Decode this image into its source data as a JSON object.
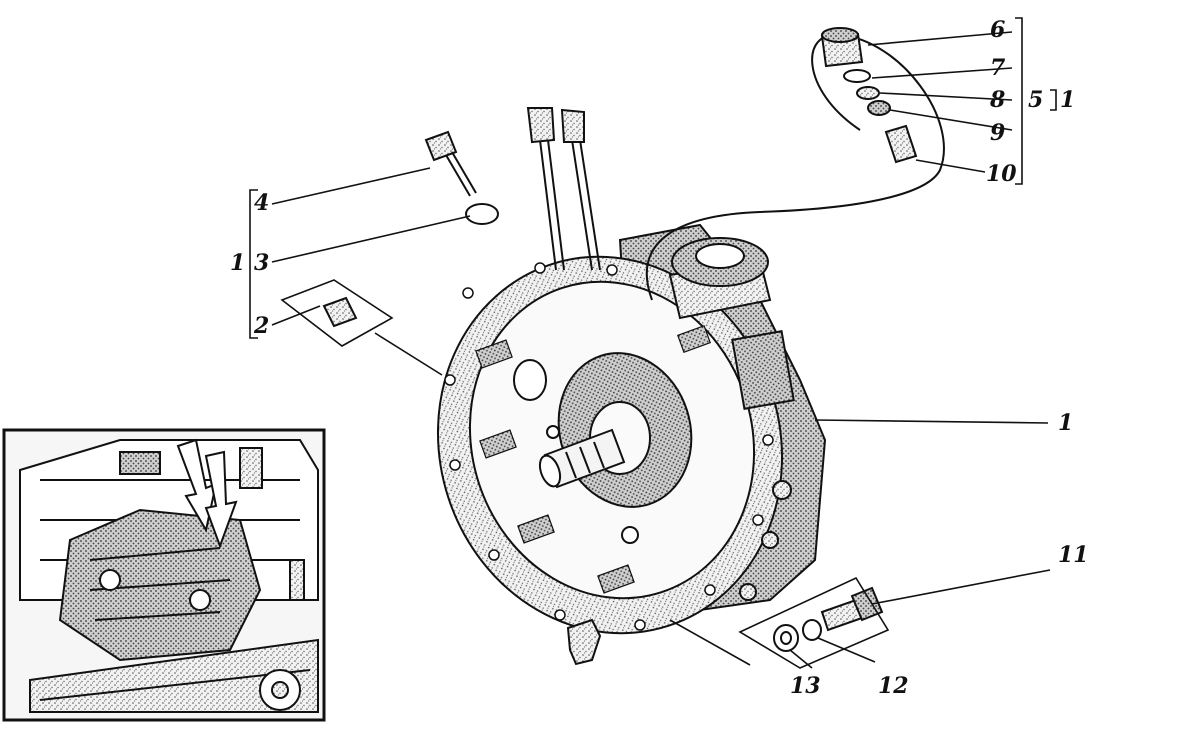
{
  "labels": {
    "p1_main": "1",
    "p2": "2",
    "p3": "3",
    "p4": "4",
    "g1_left": "1",
    "p5": "5",
    "g1_right": "1",
    "p6": "6",
    "p7": "7",
    "p8": "8",
    "p9": "9",
    "p10": "10",
    "p11": "11",
    "p12": "12",
    "p13": "13"
  }
}
